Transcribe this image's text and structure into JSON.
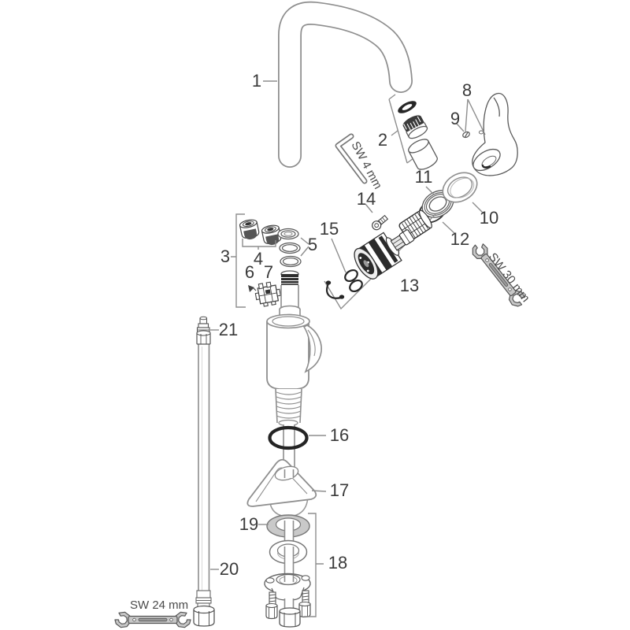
{
  "colors": {
    "line_color": "#8e8e8e",
    "dark_line_color": "#262626",
    "label_color": "#3a3a3a",
    "tool_fill": "#c7c7c7",
    "washer_fill": "#c9c9c9",
    "bg": "#ffffff"
  },
  "part_labels": [
    {
      "num": "1"
    },
    {
      "num": "2"
    },
    {
      "num": "3"
    },
    {
      "num": "4"
    },
    {
      "num": "5"
    },
    {
      "num": "6"
    },
    {
      "num": "7"
    },
    {
      "num": "8"
    },
    {
      "num": "9"
    },
    {
      "num": "10"
    },
    {
      "num": "11"
    },
    {
      "num": "12"
    },
    {
      "num": "13"
    },
    {
      "num": "14"
    },
    {
      "num": "15"
    },
    {
      "num": "16"
    },
    {
      "num": "17"
    },
    {
      "num": "18"
    },
    {
      "num": "19"
    },
    {
      "num": "20"
    },
    {
      "num": "21"
    }
  ],
  "tool_labels": [
    {
      "text": "SW 4 mm"
    },
    {
      "text": "SW 30 mm"
    },
    {
      "text": "SW 24 mm"
    }
  ]
}
